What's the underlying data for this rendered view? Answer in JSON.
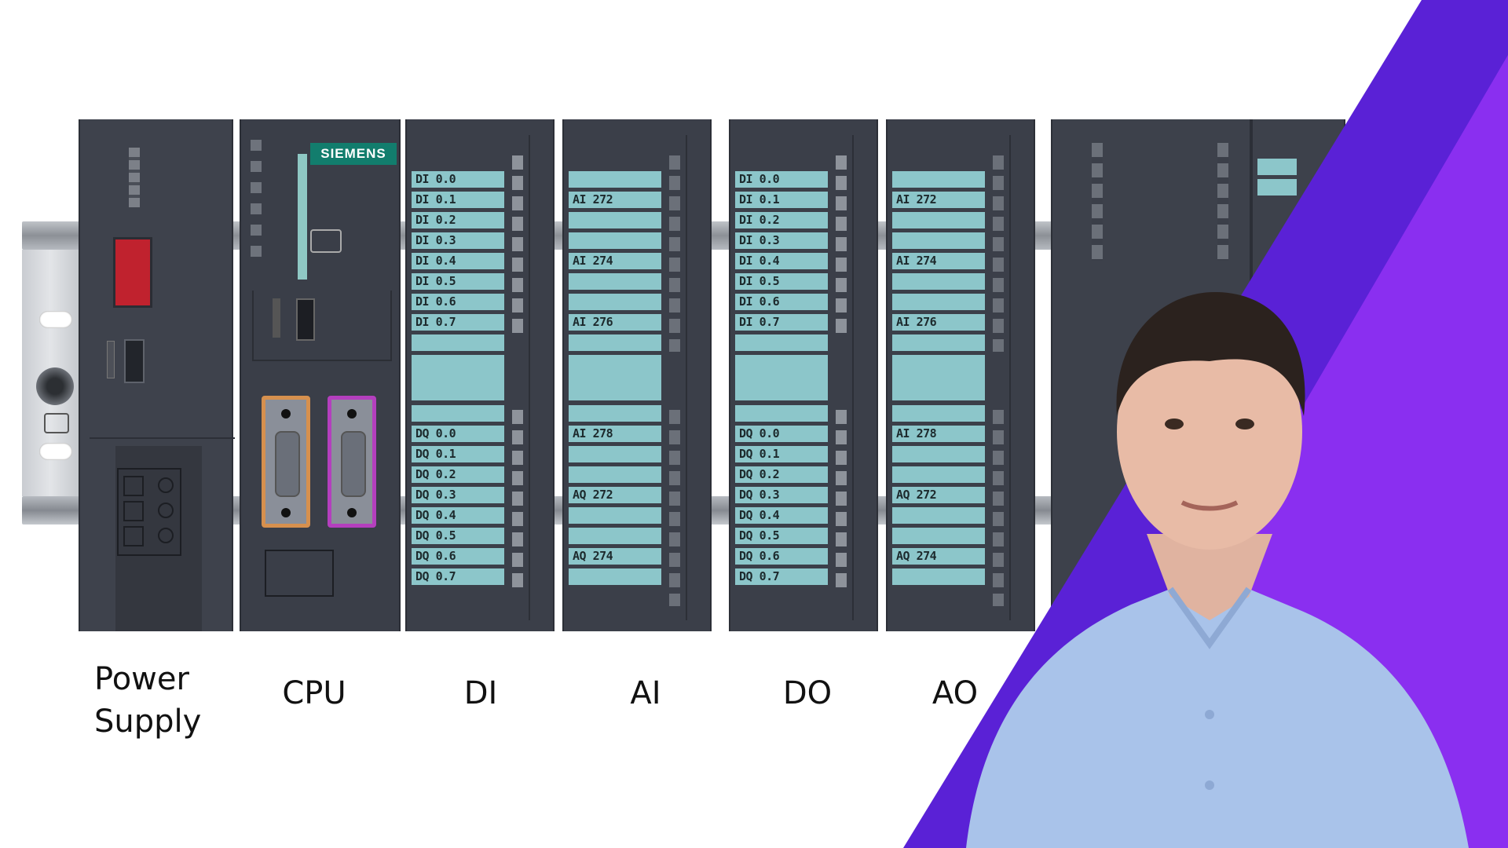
{
  "brand": "SIEMENS",
  "labels": {
    "power_supply_line1": "Power",
    "power_supply_line2": "Supply",
    "cpu": "CPU",
    "di": "DI",
    "ai": "AI",
    "do": "DO",
    "ao": "AO"
  },
  "di_module": {
    "inputs": [
      "DI 0.0",
      "DI 0.1",
      "DI 0.2",
      "DI 0.3",
      "DI 0.4",
      "DI 0.5",
      "DI 0.6",
      "DI 0.7"
    ],
    "outputs": [
      "DQ 0.0",
      "DQ 0.1",
      "DQ 0.2",
      "DQ 0.3",
      "DQ 0.4",
      "DQ 0.5",
      "DQ 0.6",
      "DQ 0.7"
    ]
  },
  "ai_module": {
    "top": [
      "AI 272",
      "AI 274",
      "AI 276"
    ],
    "bottom": [
      "AI 278",
      "AQ 272",
      "AQ 274"
    ]
  },
  "colors": {
    "module_body": "#3b3f49",
    "label_cell": "#8cc6ca",
    "siemens_green": "#127d6d",
    "accent_purple": "#7b2ff0",
    "accent_blue": "#5a21d6",
    "port_orange": "#d6904e",
    "port_magenta": "#b43fbe",
    "voltage_switch_red": "#c0222e"
  }
}
